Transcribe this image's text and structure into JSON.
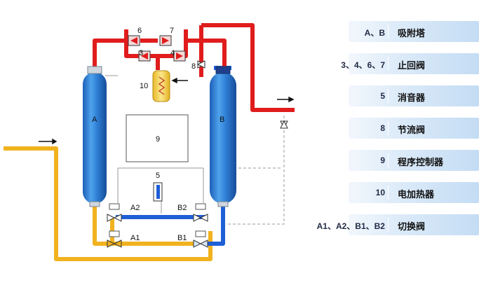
{
  "diagram": {
    "tower_a_label": "A",
    "tower_b_label": "B",
    "controller_label": "9",
    "heater_label": "10",
    "silencer_label": "5",
    "valve_labels": {
      "v6": "6",
      "v7": "7",
      "v3": "3",
      "v4": "4",
      "v8": "8",
      "a1": "A1",
      "a2": "A2",
      "b1": "B1",
      "b2": "B2"
    }
  },
  "legend": [
    {
      "key": "A、B",
      "value": "吸附塔"
    },
    {
      "key": "3、4、6、7",
      "value": "止回阀"
    },
    {
      "key": "5",
      "value": "消音器"
    },
    {
      "key": "8",
      "value": "节流阀"
    },
    {
      "key": "9",
      "value": "程序控制器"
    },
    {
      "key": "10",
      "value": "电加热器"
    },
    {
      "key": "A1、A2、B1、B2",
      "value": "切换阀"
    }
  ],
  "colors": {
    "hot_pipe": "#e01c1c",
    "feed_pipe": "#f0b21e",
    "outlet_pipe": "#1f5fd6",
    "tower": "#2f7fd6",
    "heater": "#f6d64a"
  }
}
